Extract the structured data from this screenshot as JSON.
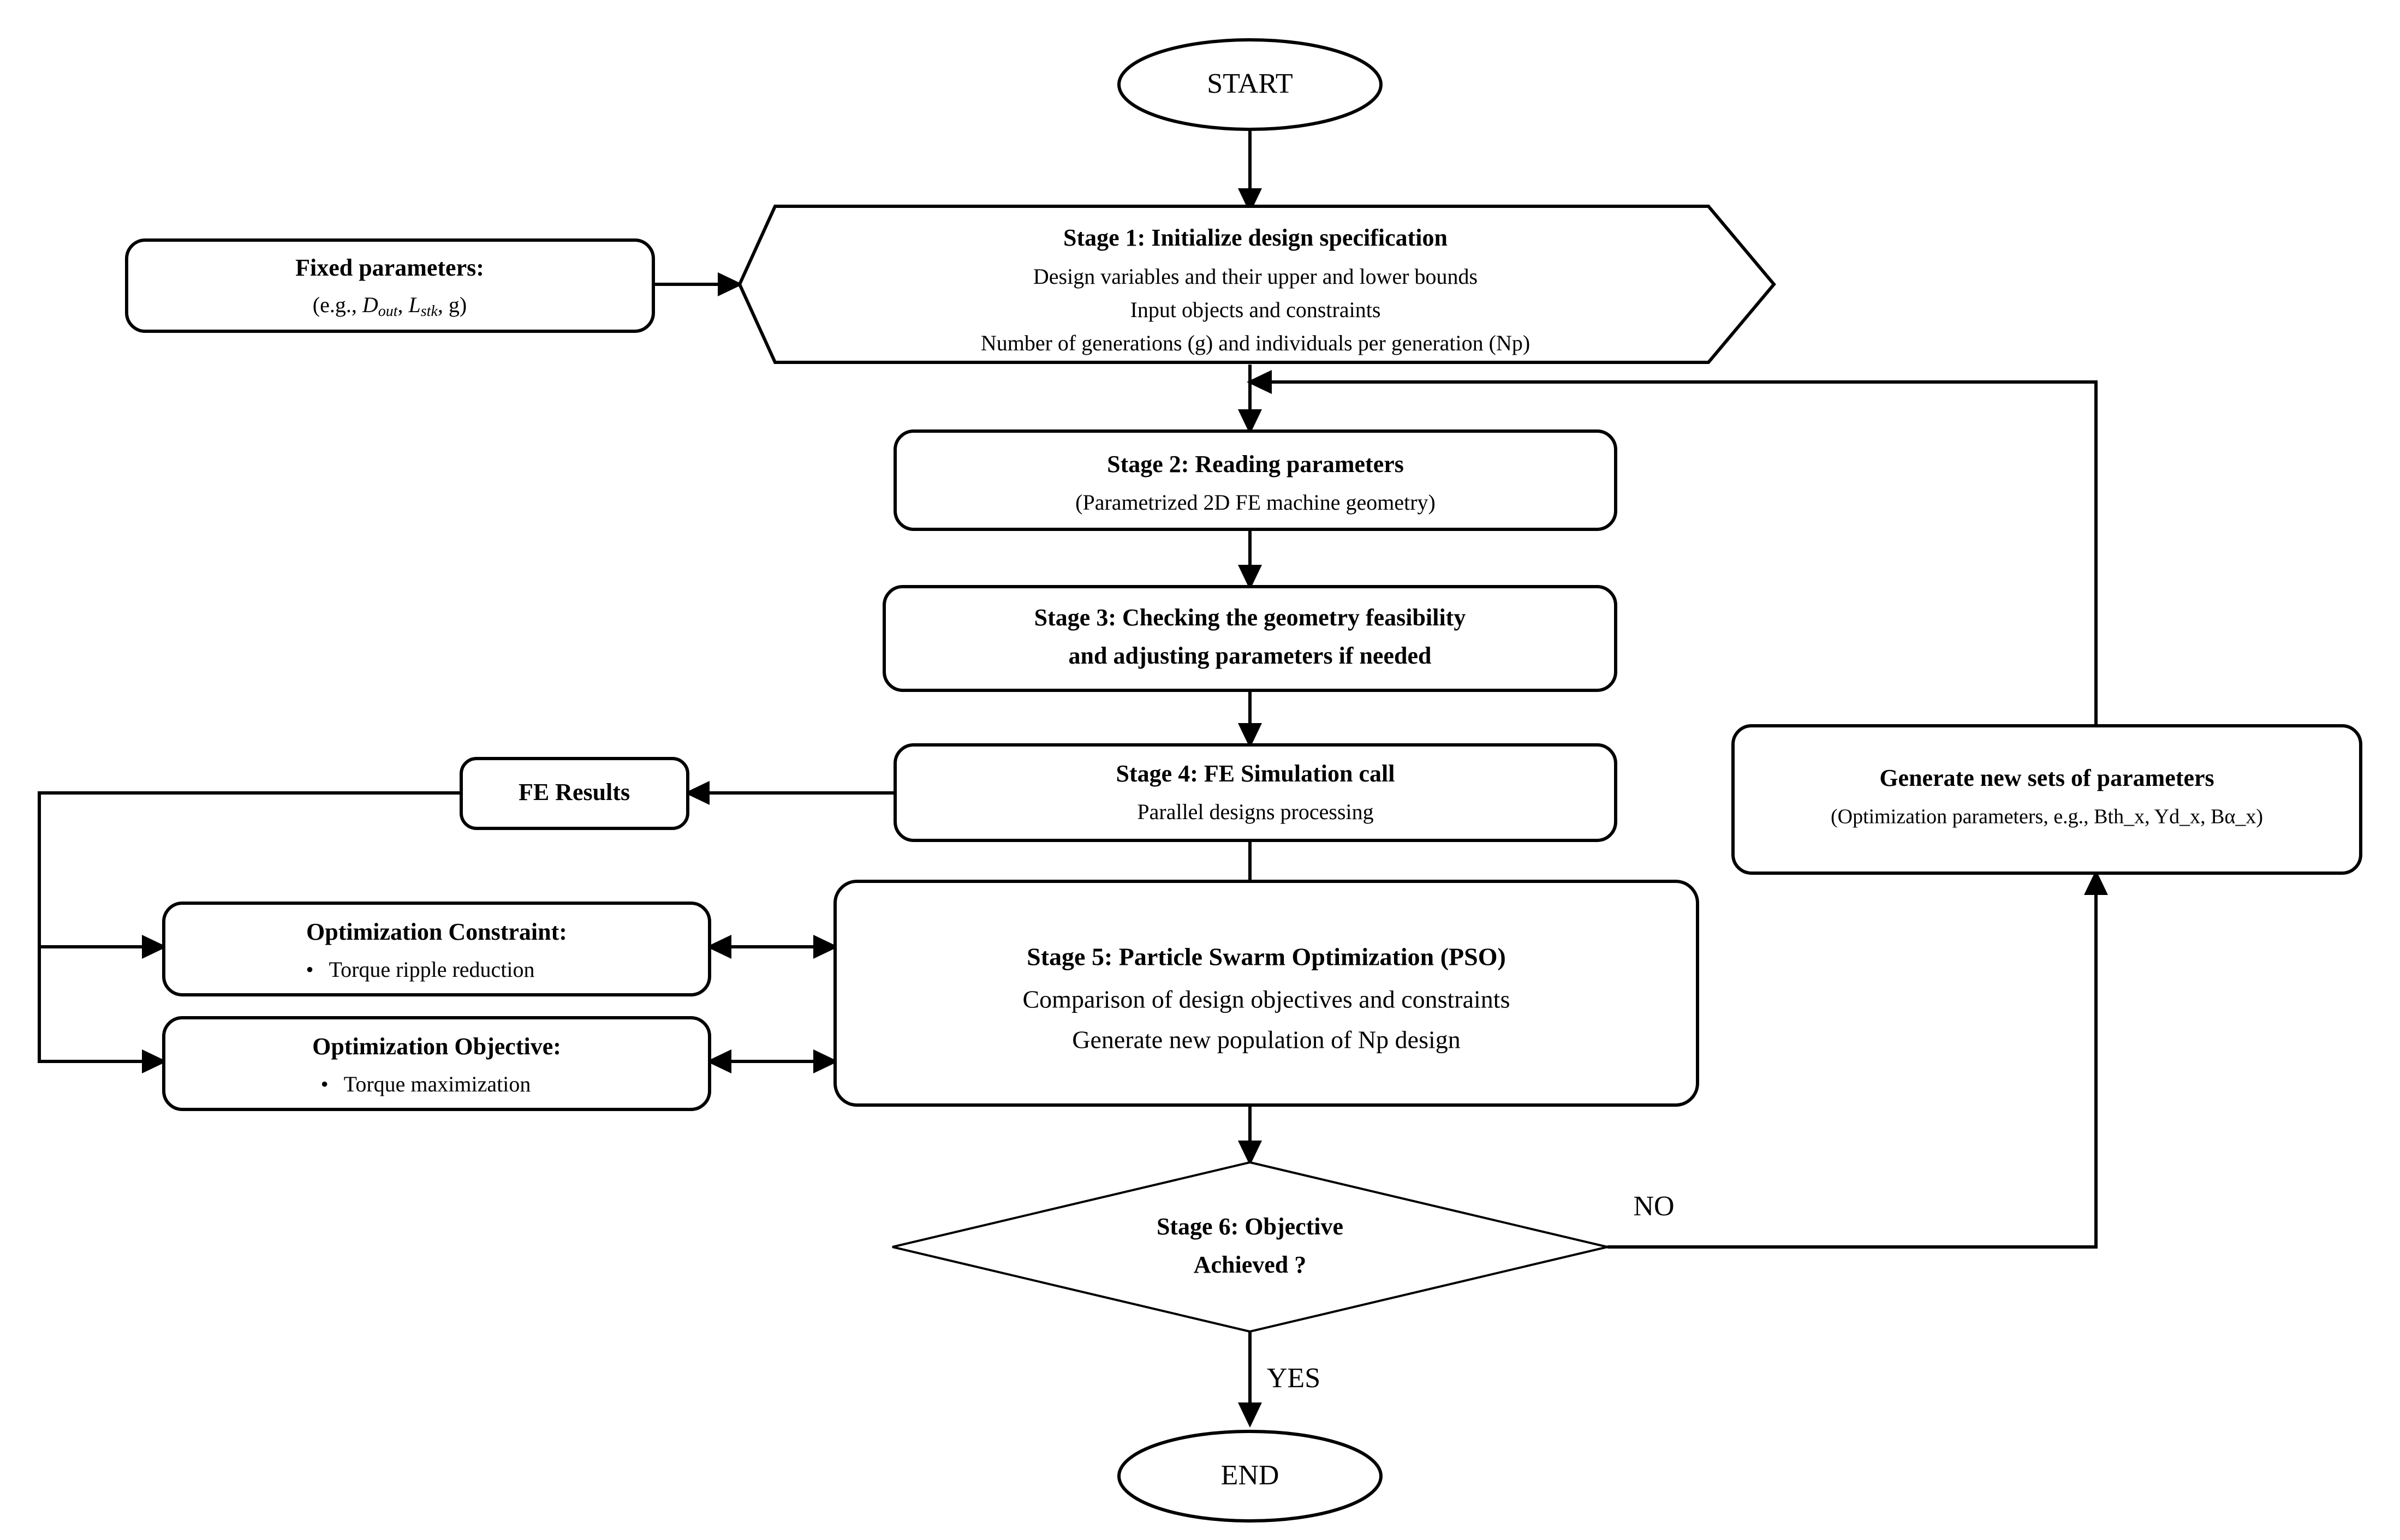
{
  "diagram": {
    "title_text": "",
    "colors": {
      "stroke": "#000000",
      "fill": "#ffffff",
      "text": "#000000"
    },
    "nodes": {
      "start": {
        "label": "START",
        "shape": "ellipse"
      },
      "end": {
        "label": "END",
        "shape": "ellipse"
      },
      "fixed_params": {
        "line1": "Fixed parameters:",
        "line2_prefix": "(e.g., ",
        "line2_var1": "D",
        "line2_var1_sub": "out",
        "line2_sep1": ", ",
        "line2_var2": "L",
        "line2_var2_sub": "stk",
        "line2_sep2": ", g)",
        "shape": "rounded-rect"
      },
      "stage1": {
        "title": "Stage 1: Initialize design specification",
        "line1": "Design variables and their upper and lower bounds",
        "line2": "Input objects and constraints",
        "line3": "Number of generations (g) and individuals per generation (Np)",
        "shape": "hexagon"
      },
      "stage2": {
        "title": "Stage 2: Reading parameters",
        "line1": "(Parametrized 2D FE machine geometry)",
        "shape": "rounded-rect"
      },
      "stage3": {
        "title_line1": "Stage 3: Checking the geometry feasibility",
        "title_line2": "and adjusting parameters if needed",
        "shape": "rounded-rect"
      },
      "stage4": {
        "title": "Stage 4: FE Simulation call",
        "line1": "Parallel designs processing",
        "shape": "rounded-rect"
      },
      "fe_results": {
        "label": "FE Results",
        "shape": "rounded-rect"
      },
      "opt_constraint": {
        "title": "Optimization Constraint:",
        "bullet": "•",
        "item1": "Torque ripple reduction",
        "shape": "rounded-rect"
      },
      "opt_objective": {
        "title": "Optimization Objective:",
        "bullet": "•",
        "item1": "Torque maximization",
        "shape": "rounded-rect"
      },
      "stage5": {
        "title": "Stage 5: Particle Swarm Optimization (PSO)",
        "line1": "Comparison of design objectives and constraints",
        "line2": "Generate new population of Np design",
        "shape": "rounded-rect"
      },
      "generate_params": {
        "title": "Generate new sets of parameters",
        "line1": "(Optimization parameters, e.g., Bth_x, Yd_x, Bα_x)",
        "shape": "rounded-rect"
      },
      "stage6": {
        "title_line1": "Stage 6: Objective",
        "title_line2": "Achieved ?",
        "shape": "diamond"
      }
    },
    "edge_labels": {
      "no": "NO",
      "yes": "YES"
    }
  }
}
